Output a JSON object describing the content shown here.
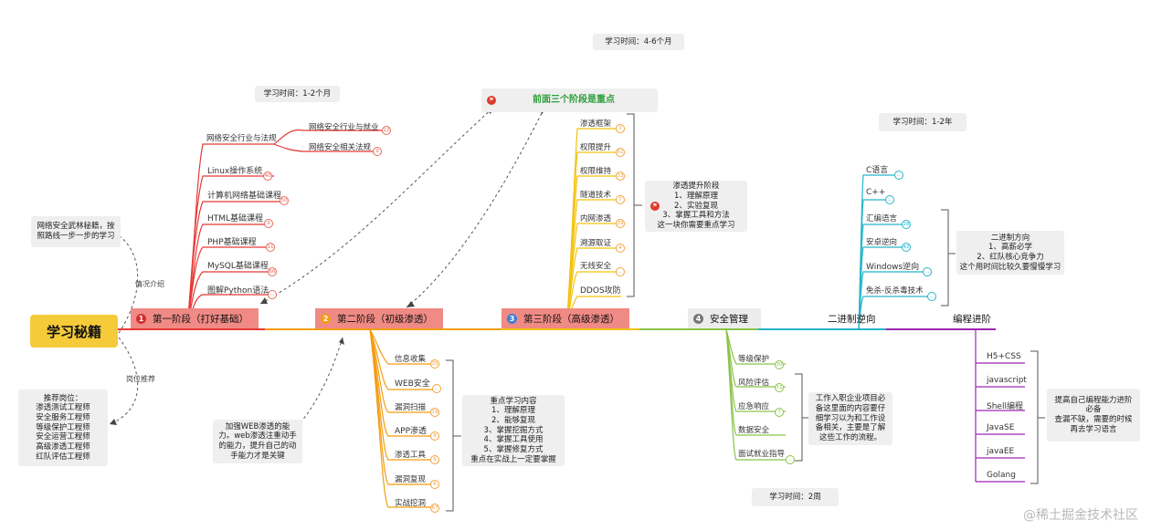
{
  "root": "学习秘籍",
  "stages": [
    {
      "num": "1",
      "label": "第一阶段（打好基础）"
    },
    {
      "num": "2",
      "label": "第二阶段（初级渗透）"
    },
    {
      "num": "3",
      "label": "第三阶段（高级渗透）"
    },
    {
      "num": "4",
      "label": "安全管理"
    },
    {
      "label": "二进制逆向"
    },
    {
      "label": "编程进阶"
    }
  ],
  "stage1": {
    "time": "学习时间：1-2个月",
    "sub_root": "网络安全行业与法规",
    "sub_children": [
      {
        "label": "网络安全行业与就业",
        "badge": "12"
      },
      {
        "label": "网络安全相关法规",
        "badge": "9"
      }
    ],
    "items": [
      {
        "label": "Linux操作系统",
        "badge": "40"
      },
      {
        "label": "计算机网络基础课程",
        "badge": "50"
      },
      {
        "label": "HTML基础课程",
        "badge": "9"
      },
      {
        "label": "PHP基础课程",
        "badge": "11"
      },
      {
        "label": "MySQL基础课程",
        "badge": "66"
      },
      {
        "label": "图解Python语法",
        "badge": "..."
      }
    ]
  },
  "stage2": {
    "items": [
      {
        "label": "信息收集",
        "badge": "35"
      },
      {
        "label": "WEB安全",
        "badge": "..."
      },
      {
        "label": "漏洞扫描",
        "badge": "19"
      },
      {
        "label": "APP渗透",
        "badge": "8"
      },
      {
        "label": "渗透工具",
        "badge": "6"
      },
      {
        "label": "漏洞复现",
        "badge": "6"
      },
      {
        "label": "实战挖洞",
        "badge": "67"
      }
    ],
    "note_lines": [
      "重点学习内容",
      "1、理解原理",
      "2、能够复现",
      "3、掌握挖掘方式",
      "4、掌握工具使用",
      "5、掌握修复方式",
      "重点在实战上一定要掌握"
    ]
  },
  "stage3": {
    "time": "学习时间：4-6个月",
    "highlight": "前面三个阶段是重点",
    "items": [
      {
        "label": "渗透框架",
        "badge": "3"
      },
      {
        "label": "权限提升",
        "badge": "61"
      },
      {
        "label": "权限维持",
        "badge": "33"
      },
      {
        "label": "隧道技术",
        "badge": "7"
      },
      {
        "label": "内网渗透",
        "badge": "29"
      },
      {
        "label": "溯源取证",
        "badge": "4"
      },
      {
        "label": "无线安全",
        "badge": "..."
      },
      {
        "label": "DDOS攻防",
        "badge": "..."
      }
    ],
    "note_lines": [
      "渗透提升阶段",
      "1、理解原理",
      "2、实验复现",
      "3、掌握工具和方法",
      "这一块你需要重点学习"
    ]
  },
  "stage4": {
    "time": "学习时间：2周",
    "items": [
      {
        "label": "等级保护",
        "badge": "30"
      },
      {
        "label": "风险评估",
        "badge": "11"
      },
      {
        "label": "应急响应",
        "badge": "7"
      },
      {
        "label": "数据安全"
      },
      {
        "label": "面试就业指导",
        "badge": "..."
      }
    ],
    "note_lines": [
      "工作入职企业项目必",
      "备这里面的内容要仔",
      "细学习以为和工作设",
      "备相关，主要是了解",
      "这些工作的流程。"
    ]
  },
  "stage5": {
    "time": "学习时间：1-2年",
    "items": [
      {
        "label": "C语言",
        "badge": "..."
      },
      {
        "label": "C++",
        "badge": "..."
      },
      {
        "label": "汇编语言",
        "badge": "28"
      },
      {
        "label": "安卓逆向",
        "badge": "42"
      },
      {
        "label": "Windows逆向",
        "badge": "..."
      },
      {
        "label": "免杀-反杀毒技术",
        "badge": "..."
      }
    ],
    "note_lines": [
      "二进制方向",
      "1、高薪必学",
      "2、红队核心竞争力",
      "这个用时间比较久要慢慢学习"
    ]
  },
  "stage6": {
    "items": [
      {
        "label": "H5+CSS"
      },
      {
        "label": "javascript"
      },
      {
        "label": "Shell编程"
      },
      {
        "label": "JavaSE"
      },
      {
        "label": "javaEE"
      },
      {
        "label": "Golang"
      }
    ],
    "note_lines": [
      "提高自己编程能力进阶",
      "必备",
      "查漏不缺，需要的时候",
      "再去学习语言"
    ]
  },
  "left_notes": {
    "intro_label": "情况介绍",
    "intro_lines": [
      "网络安全武林秘籍，按",
      "照路线一步一步的学习"
    ],
    "post_label": "岗位推荐",
    "post_lines": [
      "推荐岗位：",
      "渗透测试工程师",
      "安全服务工程师",
      "等级保护工程师",
      "安全运营工程师",
      "高级渗透工程师",
      "红队评估工程师"
    ],
    "web_lines": [
      "加强WEB渗透的能",
      "力。web渗透注重动手",
      "的能力，提升自己的动",
      "手能力才是关键"
    ]
  },
  "watermark": "@稀土掘金技术社区",
  "colors": {
    "root": "#f6cb3a",
    "stage": "#f08a85",
    "red": "#e53935",
    "orange": "#f39c12",
    "yellow": "#f4c20d",
    "green": "#8bc34a",
    "cyan": "#27b5c8",
    "purple": "#9c27b0"
  }
}
